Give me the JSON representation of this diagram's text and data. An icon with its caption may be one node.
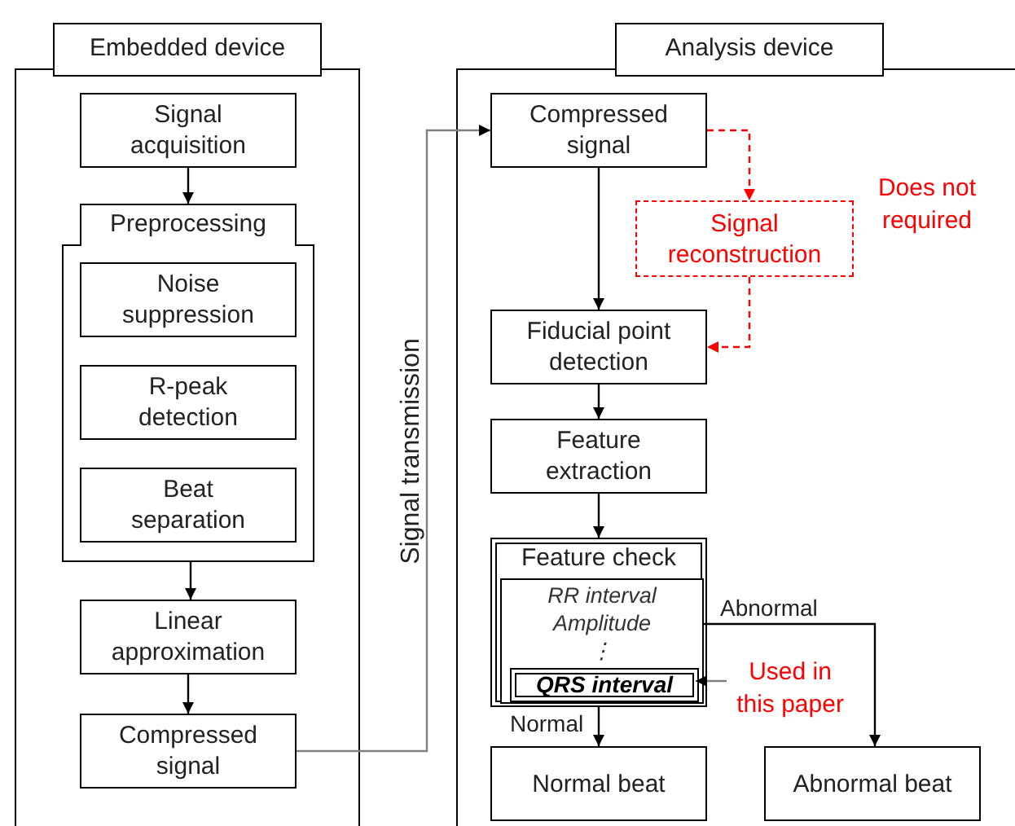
{
  "diagram": {
    "nodes": [
      {
        "text": [
          "Embedded device"
        ]
      },
      {
        "text": [
          "Signal acquisition"
        ],
        "in": 0
      },
      {
        "text": [
          "Preprocessing"
        ],
        "in": 0
      },
      {
        "text": [
          "Noise suppression"
        ],
        "in": 2
      },
      {
        "text": [
          "R-peak detection"
        ],
        "in": 2
      },
      {
        "text": [
          "Beat separation"
        ],
        "in": 2
      },
      {
        "text": [
          "Linear approximation"
        ],
        "in": 0
      },
      {
        "text": [
          "Compressed signal"
        ],
        "in": 0
      },
      {
        "text": [
          "Analysis device"
        ]
      },
      {
        "text": [
          "Compressed signal"
        ],
        "in": 8
      },
      {
        "text": [
          "Signal reconstruction"
        ],
        "in": 8
      },
      {
        "text": [
          "Fiducial point detection"
        ],
        "in": 8
      },
      {
        "text": [
          "Feature extraction"
        ],
        "in": 8
      },
      {
        "text": [
          "Feature check"
        ],
        "in": 8
      },
      {
        "text": [
          "RR interval",
          "Amplitude",
          "⋮"
        ],
        "in": 13
      },
      {
        "text": [
          "QRS interval"
        ],
        "in": 14
      },
      {
        "text": [
          "Normal beat"
        ],
        "in": 8
      },
      {
        "text": [
          "Abnormal beat"
        ],
        "in": 8
      },
      {
        "text": [
          "Used in this paper"
        ],
        "in": 8
      }
    ],
    "edges": [
      {
        "from": 1,
        "to": 2,
        "arrow": "to"
      },
      {
        "from": 2,
        "to": 6,
        "arrow": "to"
      },
      {
        "from": 6,
        "to": 7,
        "arrow": "to"
      },
      {
        "from": 7,
        "to": 9,
        "arrow": "to",
        "color": "#808080"
      },
      {
        "from": 9,
        "to": 11,
        "arrow": "to"
      },
      {
        "from": 9,
        "to": 10,
        "arrow": "to",
        "style": "dashed",
        "color": "#ff0000"
      },
      {
        "from": 10,
        "to": 11,
        "arrow": "to",
        "style": "dashed",
        "color": "#ff0000"
      },
      {
        "from": 11,
        "to": 12,
        "arrow": "to"
      },
      {
        "from": 12,
        "to": 13,
        "arrow": "to"
      },
      {
        "from": 13,
        "to": 16,
        "arrow": "to",
        "label": "Normal"
      },
      {
        "from": 14,
        "to": 17,
        "arrow": "to",
        "label": "Abnormal"
      },
      {
        "from": 18,
        "to": 15,
        "arrow": "to",
        "color": "#808080"
      }
    ],
    "labels": [
      "Signal transmission",
      "Does not required"
    ]
  }
}
